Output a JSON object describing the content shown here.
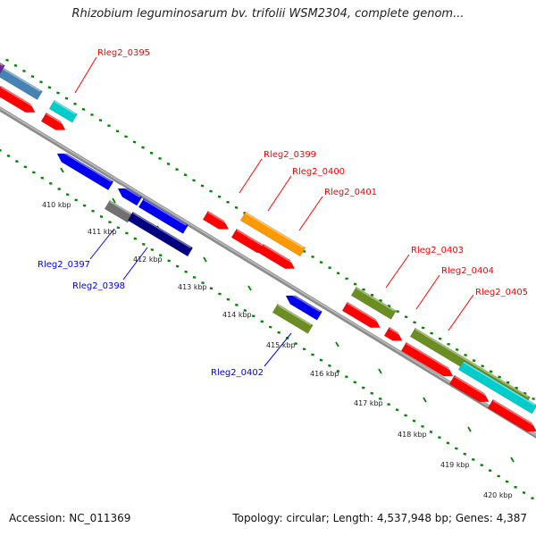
{
  "header": {
    "title": "Rhizobium leguminosarum bv. trifolii WSM2304, complete genom..."
  },
  "footer": {
    "accession": "Accession: NC_011369",
    "summary": "Topology: circular; Length: 4,537,948 bp; Genes: 4,387"
  },
  "colors": {
    "red": "#ff0000",
    "blue": "#0000ee",
    "navy": "#000080",
    "orange": "#ff9900",
    "olive": "#6b8e23",
    "cyan": "#00cccc",
    "steel": "#4682b4",
    "gray": "#707070",
    "purple": "#6a2c8a",
    "tick_green": "#008800",
    "backbone": "#8c8c8c"
  },
  "kbp_labels": [
    "410 kbp",
    "411 kbp",
    "412 kbp",
    "413 kbp",
    "414 kbp",
    "415 kbp",
    "416 kbp",
    "417 kbp",
    "418 kbp",
    "419 kbp",
    "420 kbp"
  ],
  "gene_labels": [
    {
      "text": "Rleg2_0395",
      "color": "red"
    },
    {
      "text": "Rleg2_0399",
      "color": "red"
    },
    {
      "text": "Rleg2_0400",
      "color": "red"
    },
    {
      "text": "Rleg2_0401",
      "color": "red"
    },
    {
      "text": "Rleg2_0403",
      "color": "red"
    },
    {
      "text": "Rleg2_0404",
      "color": "red"
    },
    {
      "text": "Rleg2_0405",
      "color": "red"
    },
    {
      "text": "Rleg2_0397",
      "color": "blue"
    },
    {
      "text": "Rleg2_0398",
      "color": "blue"
    },
    {
      "text": "Rleg2_0402",
      "color": "blue"
    }
  ]
}
